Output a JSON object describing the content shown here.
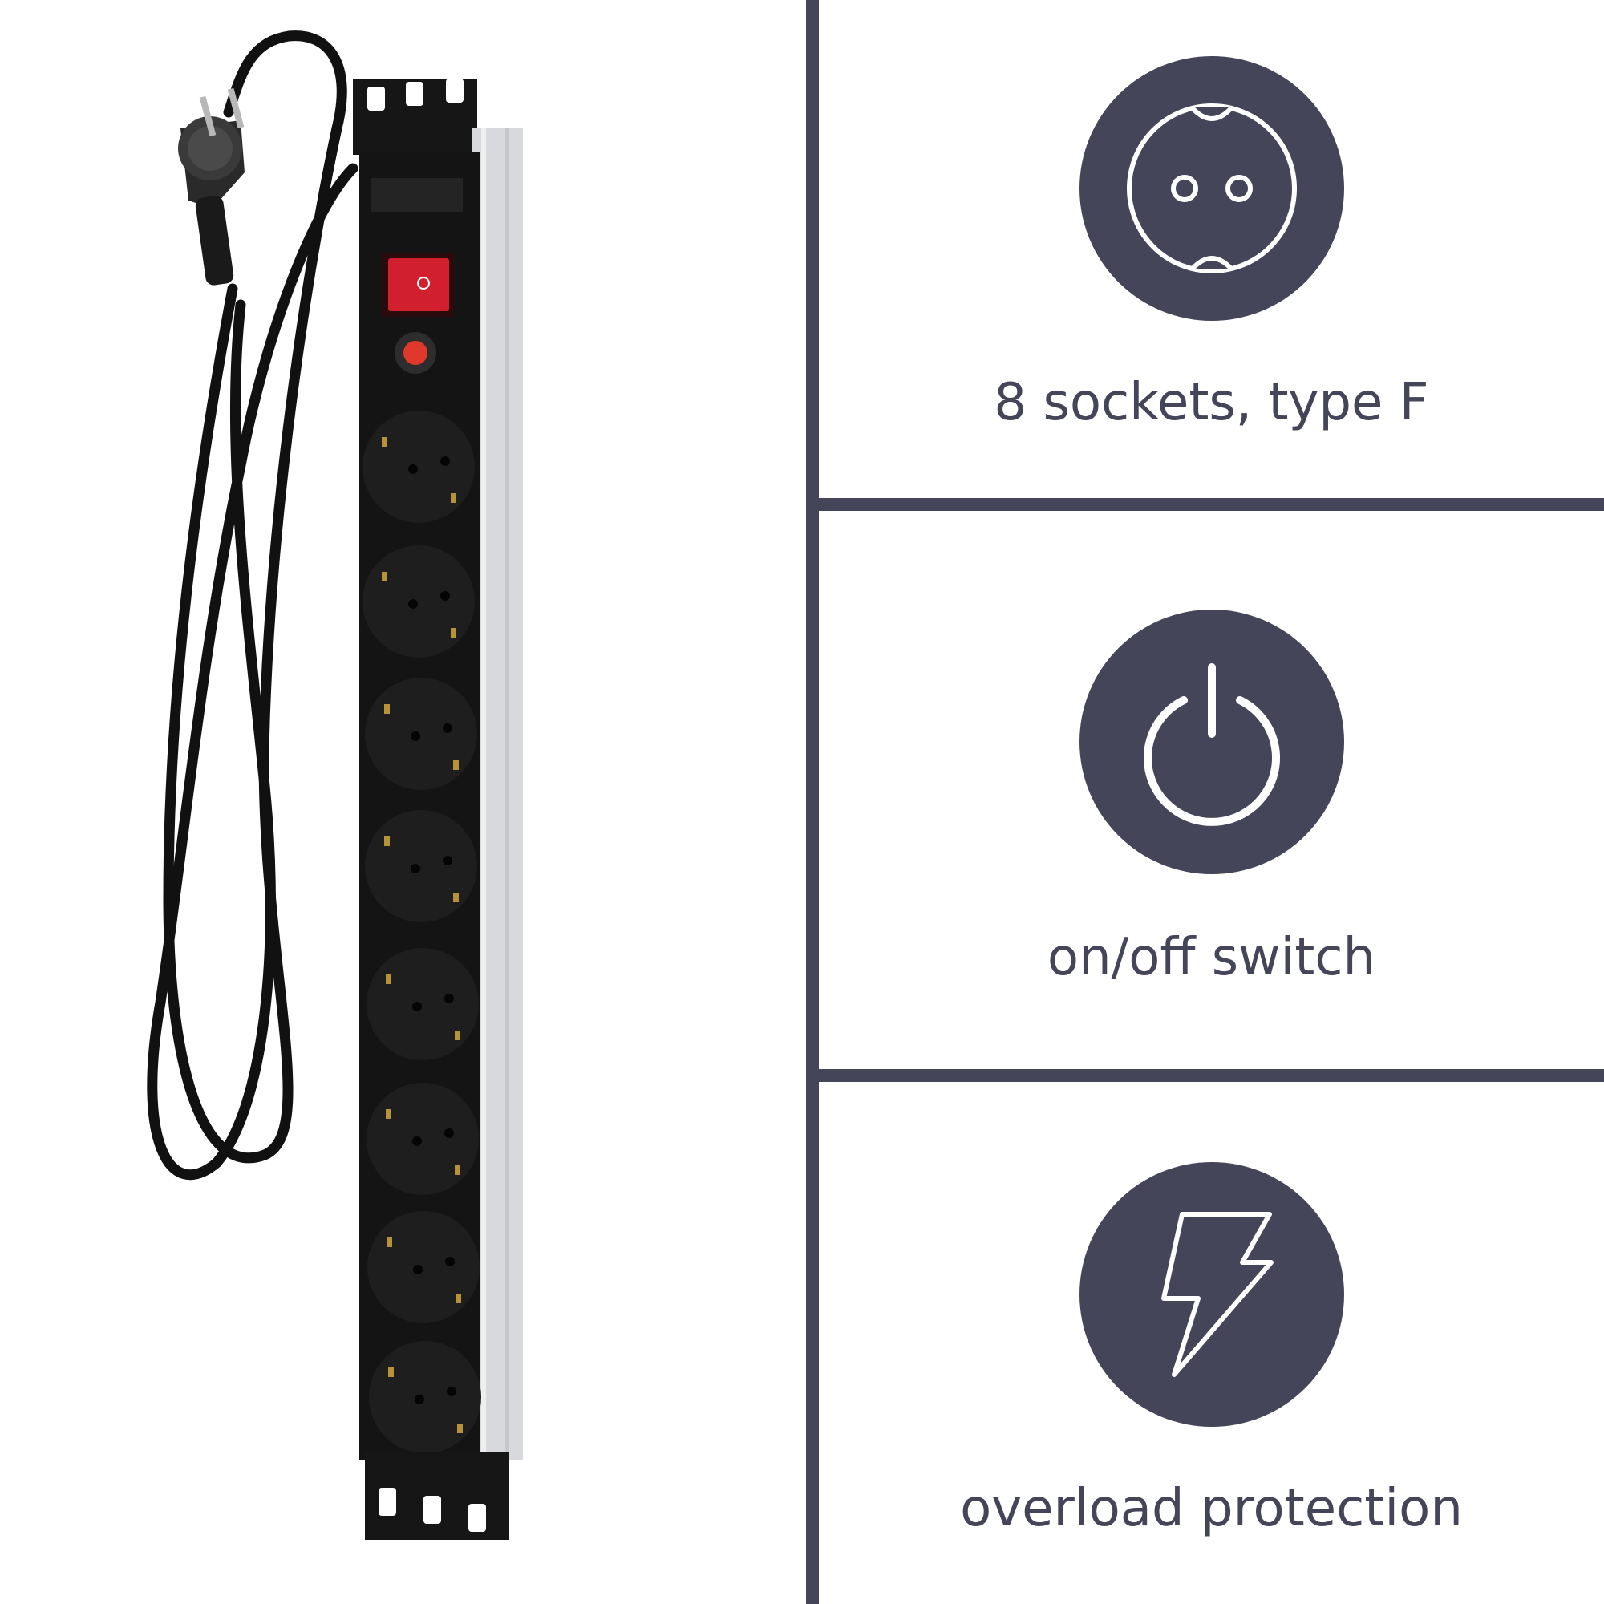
{
  "colors": {
    "accent": "#454559",
    "background": "#ffffff",
    "icon_stroke": "#ffffff",
    "switch_red": "#d21f2d",
    "strip_black": "#141414",
    "strip_aluminium": "#d8d9dc"
  },
  "product_image": {
    "socket_count": 8
  },
  "features": [
    {
      "icon": "socket-icon",
      "label": "8 sockets, type F"
    },
    {
      "icon": "power-icon",
      "label": "on/off switch"
    },
    {
      "icon": "lightning-icon",
      "label": "overload protection"
    }
  ]
}
